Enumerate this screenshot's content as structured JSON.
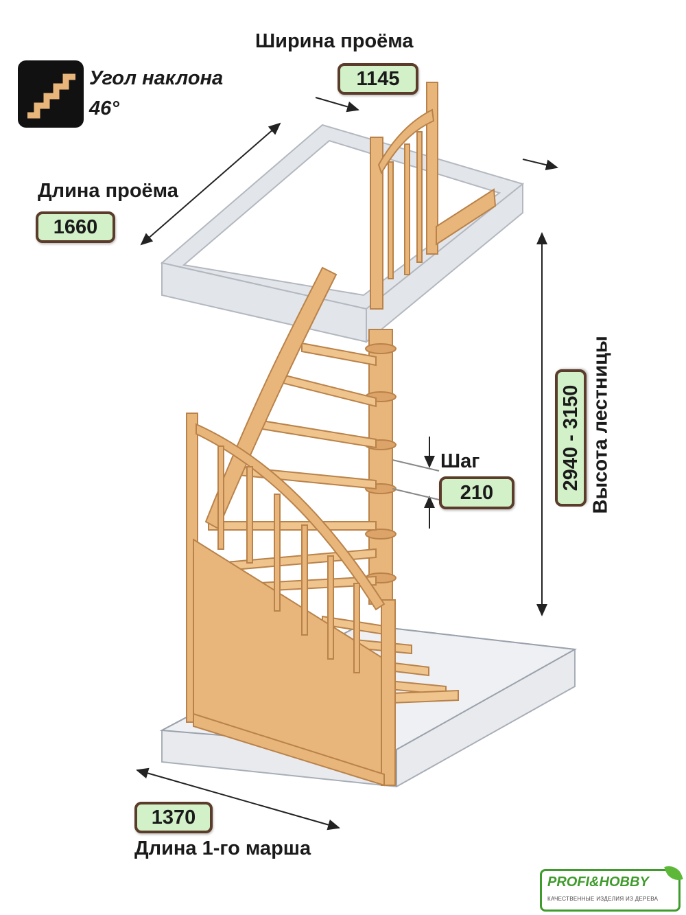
{
  "angle": {
    "title": "Угол наклона",
    "value": "46°"
  },
  "opening_width": {
    "label": "Ширина проёма",
    "value": "1145"
  },
  "opening_length": {
    "label": "Длина проёма",
    "value": "1660"
  },
  "step": {
    "label": "Шаг",
    "value": "210"
  },
  "stair_height": {
    "label": "Высота лестницы",
    "value": "2940 - 3150"
  },
  "first_flight": {
    "label": "Длина 1-го марша",
    "value": "1370"
  },
  "logo": {
    "name": "PROFI&HOBBY",
    "tagline": "КАЧЕСТВЕННЫЕ ИЗДЕЛИЯ ИЗ ДЕРЕВА"
  },
  "colors": {
    "wood": "#e8b67a",
    "wood_dark": "#b9824a",
    "badge_fill": "#d2f1c8",
    "badge_border": "#5b3b2a",
    "slab": "#d9dde3",
    "logo_green": "#3f9b2c"
  }
}
